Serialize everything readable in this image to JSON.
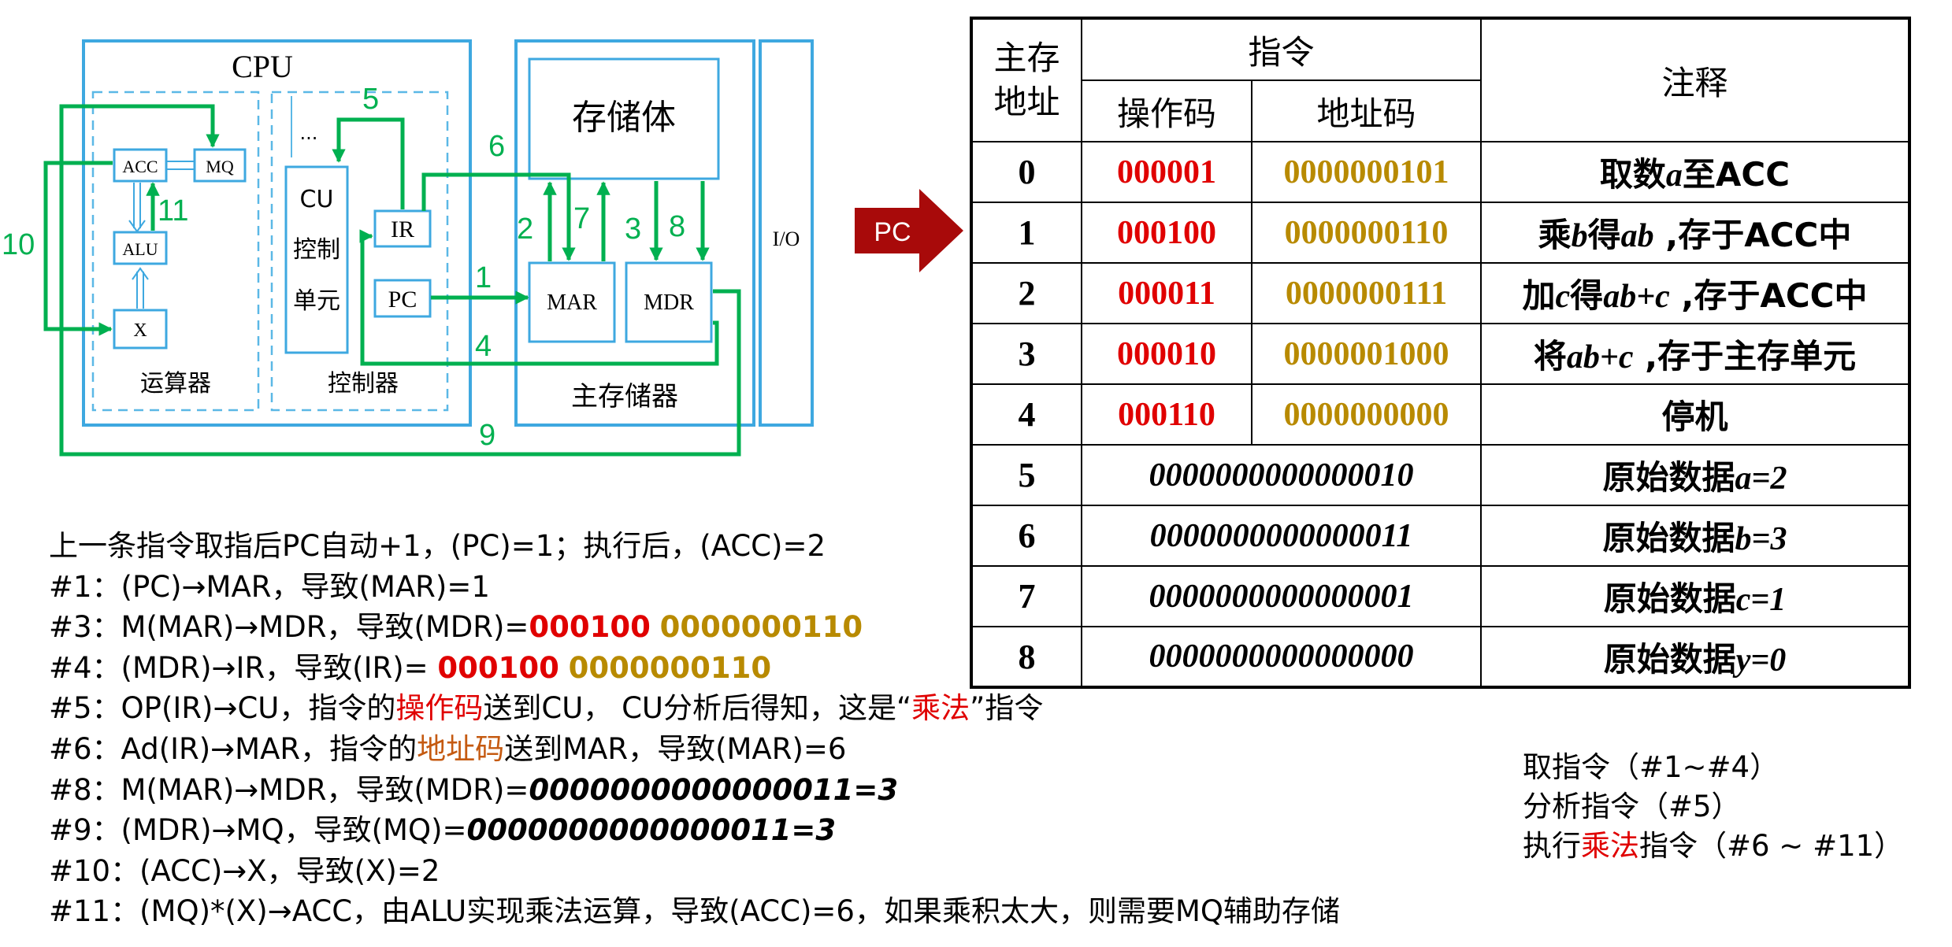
{
  "diagram": {
    "cpu_label": "CPU",
    "alu_block_label": "运算器",
    "control_block_label": "控制器",
    "acc": "ACC",
    "mq": "MQ",
    "alu": "ALU",
    "x": "X",
    "cu_lines": [
      "CU",
      "控制",
      "单元"
    ],
    "ellipsis": "...",
    "ir": "IR",
    "pc": "PC",
    "storage_body": "存储体",
    "mar": "MAR",
    "mdr": "MDR",
    "memory_label": "主存储器",
    "io": "I/O",
    "paths": [
      "1",
      "2",
      "3",
      "4",
      "5",
      "6",
      "7",
      "8",
      "9",
      "10",
      "11"
    ],
    "colors": {
      "box": "#3ea8e0",
      "path": "#00b050",
      "dashed": "#5bb8e6"
    }
  },
  "pc_pointer": {
    "label": "PC",
    "color": "#a80a0a"
  },
  "table": {
    "headers": {
      "address": "主存地址",
      "address_lines": [
        "主存",
        "地址"
      ],
      "instruction": "指令",
      "opcode": "操作码",
      "operand": "地址码",
      "comment": "注释"
    },
    "rows": [
      {
        "addr": "0",
        "op": "000001",
        "ad": "0000000101",
        "note_parts": [
          "取数",
          "a",
          "至ACC"
        ]
      },
      {
        "addr": "1",
        "op": "000100",
        "ad": "0000000110",
        "note_parts": [
          "乘",
          "b",
          "得",
          "ab",
          " ,存于ACC中"
        ]
      },
      {
        "addr": "2",
        "op": "000011",
        "ad": "0000000111",
        "note_parts": [
          "加",
          "c",
          "得",
          "ab+c",
          " ,存于ACC中"
        ]
      },
      {
        "addr": "3",
        "op": "000010",
        "ad": "0000001000",
        "note_parts": [
          "将",
          "ab+c",
          " ,存于主存单元"
        ]
      },
      {
        "addr": "4",
        "op": "000110",
        "ad": "0000000000",
        "note_parts": [
          "停机"
        ]
      }
    ],
    "data_rows": [
      {
        "addr": "5",
        "bits": "0000000000000010",
        "note_prefix": "原始数据",
        "note_var": "a=2"
      },
      {
        "addr": "6",
        "bits": "0000000000000011",
        "note_prefix": "原始数据",
        "note_var": "b=3"
      },
      {
        "addr": "7",
        "bits": "0000000000000001",
        "note_prefix": "原始数据",
        "note_var": "c=1"
      },
      {
        "addr": "8",
        "bits": "0000000000000000",
        "note_prefix": "原始数据",
        "note_var": "y=0"
      }
    ]
  },
  "steps": {
    "intro": "上一条指令取指后PC自动+1，(PC)=1；执行后，(ACC)=2",
    "s1": "#1：(PC)→MAR，导致(MAR)=1",
    "s3": {
      "text": "#3：M(MAR)→MDR，导致(MDR)=",
      "op": "000100",
      "ad": "0000000110"
    },
    "s4": {
      "text": "#4：(MDR)→IR，导致(IR)= ",
      "op": "000100",
      "ad": "0000000110"
    },
    "s5": {
      "a": "#5：OP(IR)→CU，指令的",
      "hl": "操作码",
      "b": "送到CU， CU分析后得知，这是“",
      "hl2": "乘法",
      "c": "”指令"
    },
    "s6": {
      "a": "#6：Ad(IR)→MAR，指令的",
      "hl": "地址码",
      "b": "送到MAR，导致(MAR)=6"
    },
    "s8": {
      "text": "#8：M(MAR)→MDR，导致(MDR)=",
      "val": "0000000000000011=3"
    },
    "s9": {
      "text": "#9：(MDR)→MQ，导致(MQ)=",
      "val": "0000000000000011=3"
    },
    "s10": "#10：(ACC)→X，导致(X)=2",
    "s11": "#11：(MQ)*(X)→ACC，由ALU实现乘法运算，导致(ACC)=6，如果乘积太大，则需要MQ辅助存储"
  },
  "phases": {
    "fetch": "取指令（#1~#4）",
    "analyze": "分析指令（#5）",
    "exec_a": "执行",
    "exec_hl": "乘法",
    "exec_b": "指令（#6 ~ #11）"
  }
}
